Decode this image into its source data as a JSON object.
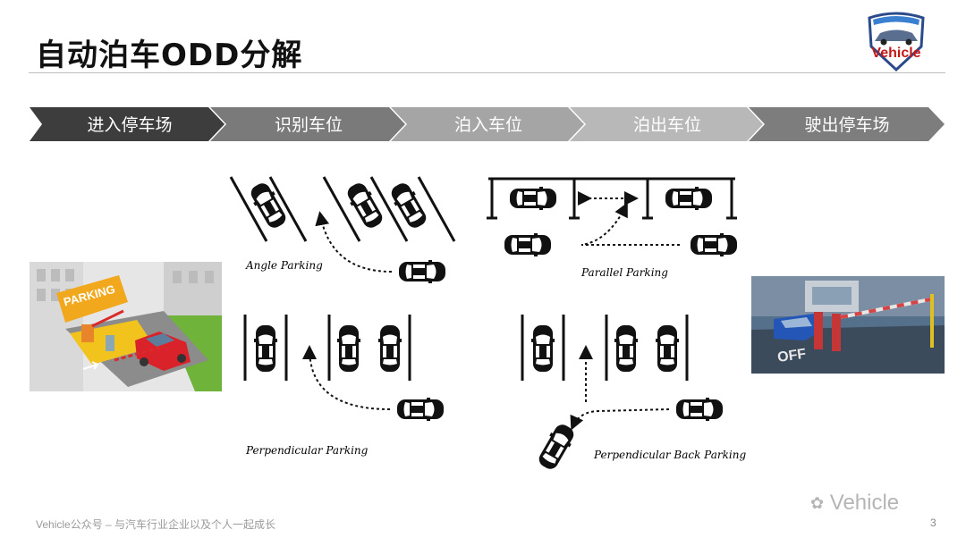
{
  "slide": {
    "title": "自动泊车ODD分解",
    "page_number": "3",
    "footer_text": "Vehicle公众号 – 与汽车行业企业以及个人一起成长",
    "watermark": "Vehicle",
    "logo_text": "Vehicle"
  },
  "process": {
    "steps": [
      {
        "label": "进入停车场",
        "color": "#3d3d3d"
      },
      {
        "label": "识别车位",
        "color": "#7a7a7a"
      },
      {
        "label": "泊入车位",
        "color": "#a5a5a5"
      },
      {
        "label": "泊出车位",
        "color": "#b8b8b8"
      },
      {
        "label": "驶出停车场",
        "color": "#7d7d7d"
      }
    ]
  },
  "diagrams": {
    "angle": "Angle Parking",
    "parallel": "Parallel Parking",
    "perpendicular": "Perpendicular Parking",
    "perpendicular_back": "Perpendicular Back Parking"
  },
  "images": {
    "left": {
      "sign_text": "PARKING"
    },
    "right": {
      "road_text": "OFF"
    }
  }
}
